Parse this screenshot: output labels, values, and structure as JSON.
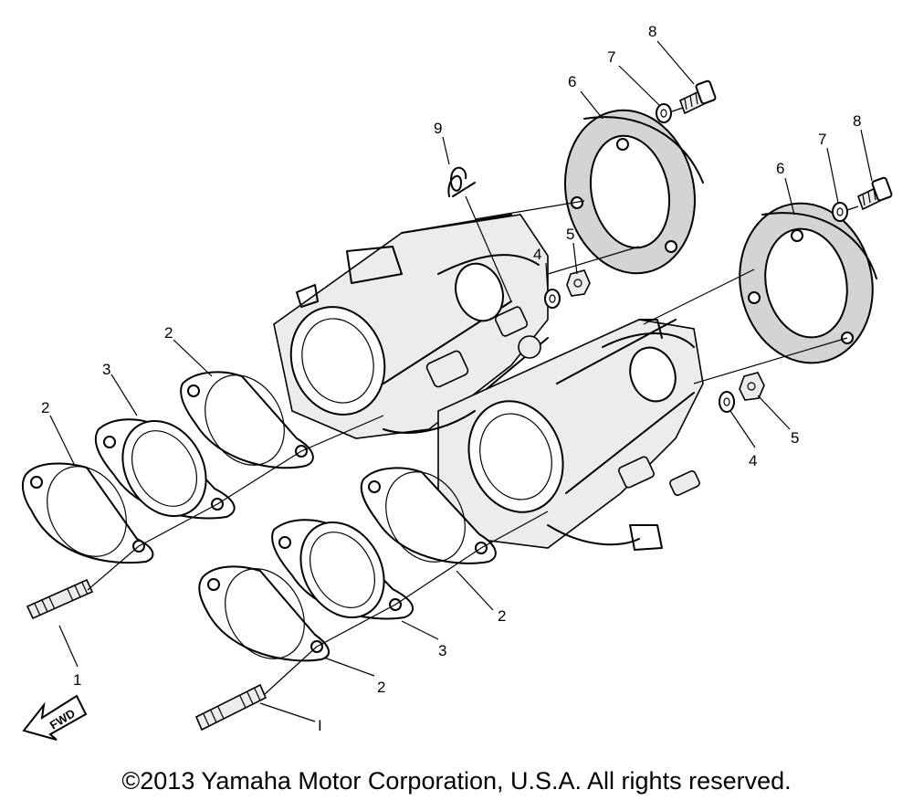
{
  "diagram": {
    "callouts": [
      {
        "id": "c1a",
        "label": "1"
      },
      {
        "id": "c1b",
        "label": "I"
      },
      {
        "id": "c2a",
        "label": "2"
      },
      {
        "id": "c2b",
        "label": "2"
      },
      {
        "id": "c2c",
        "label": "2"
      },
      {
        "id": "c2d",
        "label": "2"
      },
      {
        "id": "c3a",
        "label": "3"
      },
      {
        "id": "c3b",
        "label": "3"
      },
      {
        "id": "c4a",
        "label": "4"
      },
      {
        "id": "c4b",
        "label": "4"
      },
      {
        "id": "c5a",
        "label": "5"
      },
      {
        "id": "c5b",
        "label": "5"
      },
      {
        "id": "c6a",
        "label": "6"
      },
      {
        "id": "c6b",
        "label": "6"
      },
      {
        "id": "c7a",
        "label": "7"
      },
      {
        "id": "c7b",
        "label": "7"
      },
      {
        "id": "c8a",
        "label": "8"
      },
      {
        "id": "c8b",
        "label": "8"
      },
      {
        "id": "c9",
        "label": "9"
      }
    ],
    "fwd_label": "FWD"
  },
  "footer": {
    "copyright": "©2013 Yamaha Motor Corporation, U.S.A. All rights reserved."
  }
}
